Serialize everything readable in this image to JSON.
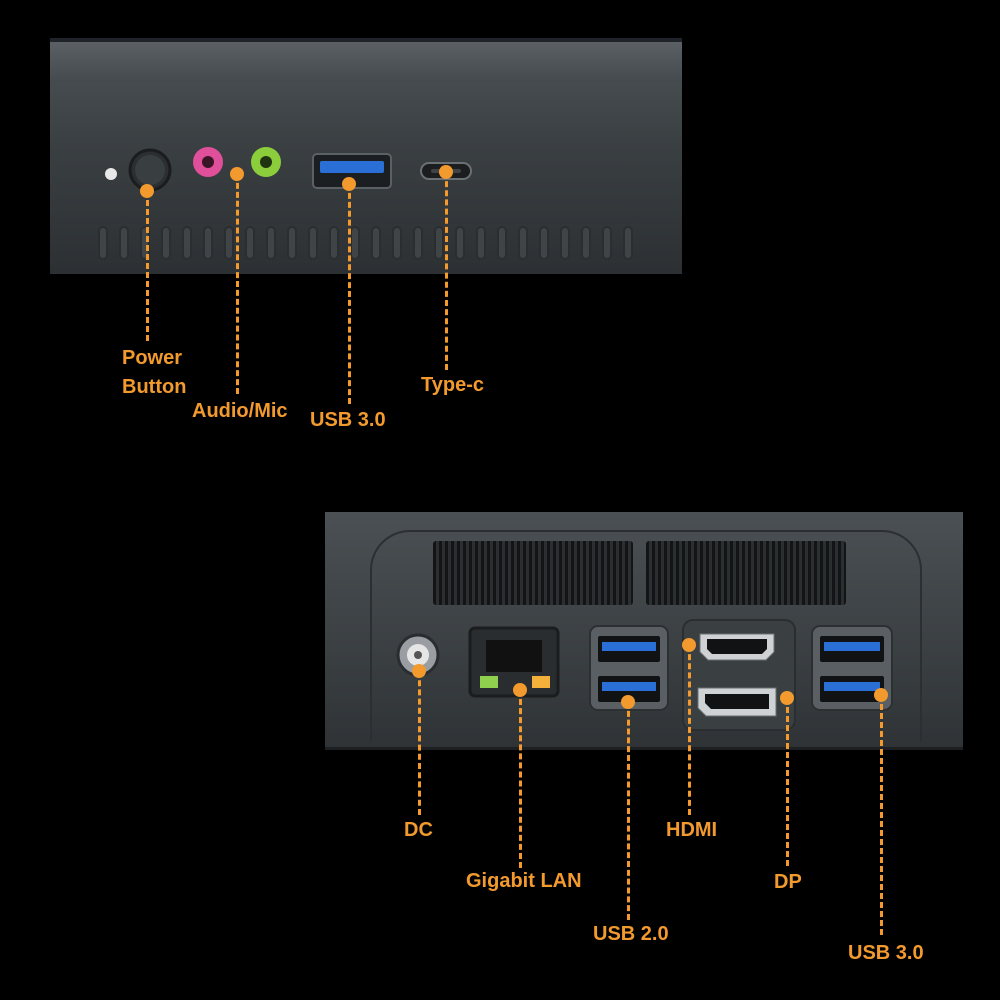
{
  "front_labels": {
    "power_button": "Power\nButton",
    "audio_mic": "Audio/Mic",
    "usb30_front": "USB 3.0",
    "type_c": "Type-c"
  },
  "back_labels": {
    "dc": "DC",
    "gigabit_lan": "Gigabit LAN",
    "usb20": "USB 2.0",
    "hdmi": "HDMI",
    "dp": "DP",
    "usb30_back": "USB 3.0"
  },
  "colors": {
    "callout": "#f29a2e",
    "background": "#000000",
    "usb30_blue": "#2a6fd6",
    "audio_pink": "#e0509a",
    "mic_green": "#8ccd3c"
  }
}
